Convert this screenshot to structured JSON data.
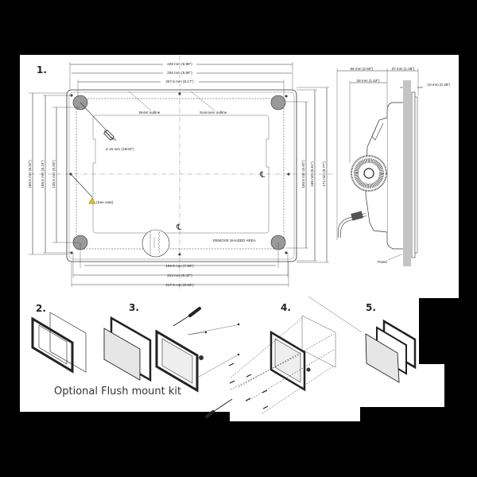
{
  "steps": [
    "1.",
    "2.",
    "3.",
    "4.",
    "5."
  ],
  "front_view": {
    "top_dims": [
      "228 mm (8.98\")",
      "225 mm (8.86\")",
      "207.5 mm (8.17\")"
    ],
    "bottom_dims": [
      "192.5 mm (7.58\")",
      "214 mm (8.42\")",
      "217.5 mm (8.56\")"
    ],
    "left_dims": [
      "160.5 mm (6.32\")",
      "156.5 mm (6.16\")",
      "135.5 mm (5.33\")"
    ],
    "right_dims": [
      "150.5 mm (5.92\")",
      "168 mm (6.61\")",
      "172 mm (6.77\")"
    ],
    "bezel_label": "Bezel outline",
    "suncover_label": "Suncover outline",
    "hole_label": "ø 15 mm (19/32\")",
    "note_label": "(See note)",
    "remove_label": "REMOVE SHADED AREA",
    "centerline_symbol": "℄"
  },
  "side_view": {
    "dims": [
      "66 mm (2.60\")",
      "37 mm (1.45\")",
      "39 mm (1.53\")",
      "10 mm (0.39\")"
    ],
    "panel_label": "Panel"
  },
  "kit_caption": "Optional Flush mount kit"
}
